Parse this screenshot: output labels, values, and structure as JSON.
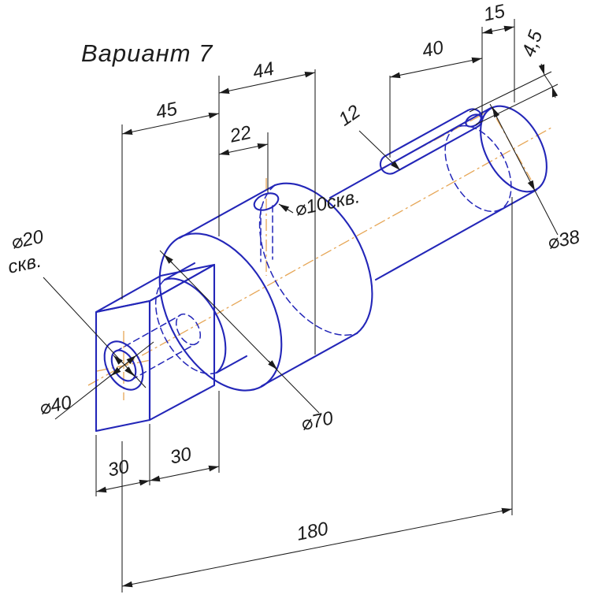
{
  "title": "Вариант 7",
  "colors": {
    "part": "#2326b8",
    "centerline": "#e6a656",
    "dimension": "#1b1b1b",
    "background": "#ffffff"
  },
  "labels": {
    "len45": "45",
    "len44": "44",
    "len22": "22",
    "len40": "40",
    "len15": "15",
    "depth4_5": "4,5",
    "width12": "12",
    "hole10": "⌀10скв.",
    "hole20a": "⌀20",
    "hole20b": "скв.",
    "dia40": "⌀40",
    "dia70": "⌀70",
    "dia38": "⌀38",
    "len30a": "30",
    "len30b": "30",
    "len180": "180"
  }
}
